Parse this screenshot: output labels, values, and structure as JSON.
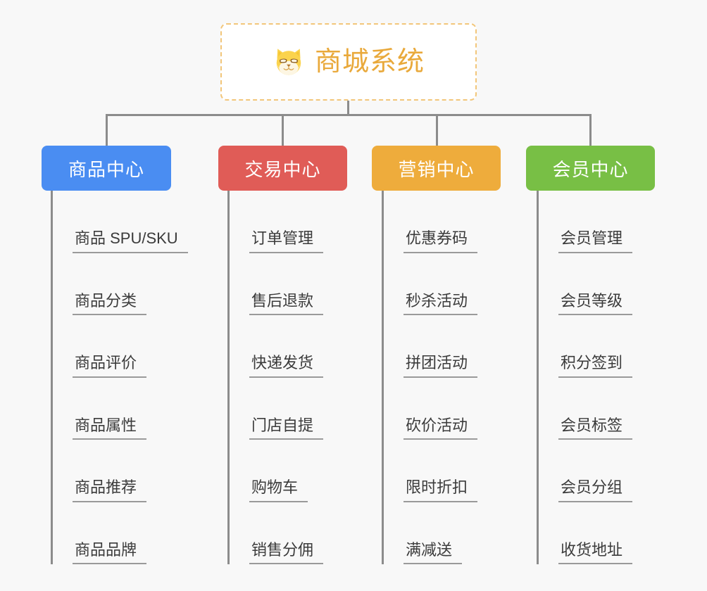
{
  "canvas": {
    "background": "#f8f8f8",
    "line_color": "#8c8c8c",
    "underline_color": "#9a9a9a",
    "leaf_text_color": "#3b3b3b"
  },
  "root": {
    "title": "商城系统",
    "icon": "shiba-dog-icon",
    "text_color": "#e9a93b",
    "border_color": "#f2c67a",
    "background": "#ffffff"
  },
  "branches": [
    {
      "label": "商品中心",
      "color": "#4a8df2",
      "items": [
        "商品 SPU/SKU",
        "商品分类",
        "商品评价",
        "商品属性",
        "商品推荐",
        "商品品牌"
      ]
    },
    {
      "label": "交易中心",
      "color": "#e05c57",
      "items": [
        "订单管理",
        "售后退款",
        "快递发货",
        "门店自提",
        "购物车",
        "销售分佣"
      ]
    },
    {
      "label": "营销中心",
      "color": "#eeac3c",
      "items": [
        "优惠券码",
        "秒杀活动",
        "拼团活动",
        "砍价活动",
        "限时折扣",
        "满减送"
      ]
    },
    {
      "label": "会员中心",
      "color": "#78bf45",
      "items": [
        "会员管理",
        "会员等级",
        "积分签到",
        "会员标签",
        "会员分组",
        "收货地址"
      ]
    }
  ]
}
